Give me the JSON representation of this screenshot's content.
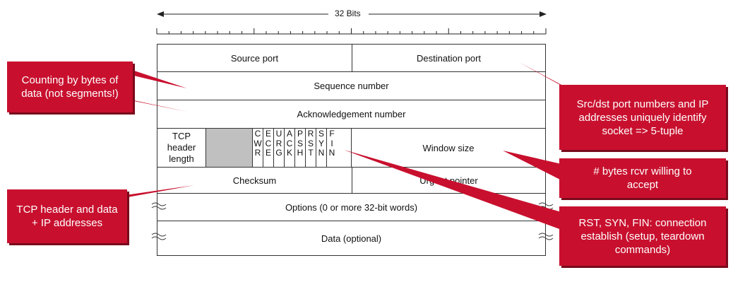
{
  "header": {
    "bits_label": "32 Bits"
  },
  "fields": {
    "source_port": "Source port",
    "destination_port": "Destination port",
    "sequence_number": "Sequence number",
    "ack_number": "Acknowledgement number",
    "header_length": "TCP header length",
    "flags": [
      {
        "letters": [
          "C",
          "W",
          "R"
        ]
      },
      {
        "letters": [
          "E",
          "C",
          "E"
        ]
      },
      {
        "letters": [
          "U",
          "R",
          "G"
        ]
      },
      {
        "letters": [
          "A",
          "C",
          "K"
        ]
      },
      {
        "letters": [
          "P",
          "S",
          "H"
        ]
      },
      {
        "letters": [
          "R",
          "S",
          "T"
        ]
      },
      {
        "letters": [
          "S",
          "Y",
          "N"
        ]
      },
      {
        "letters": [
          "F",
          "I",
          "N"
        ]
      }
    ],
    "window_size": "Window size",
    "checksum": "Checksum",
    "urgent_pointer": "Urgent pointer",
    "options": "Options (0 or more 32-bit words)",
    "data": "Data (optional)"
  },
  "callouts": {
    "counting": "Counting by bytes of data (not segments!)",
    "header_data": "TCP header and data + IP addresses",
    "src_dst": "Src/dst port numbers and IP addresses uniquely identify socket => 5-tuple",
    "rcvr": "# bytes rcvr willing to accept",
    "flags": "RST, SYN, FIN: connection establish (setup, teardown commands)"
  },
  "colors": {
    "callout": "#c8102e",
    "reserved": "#c0c0c0"
  }
}
